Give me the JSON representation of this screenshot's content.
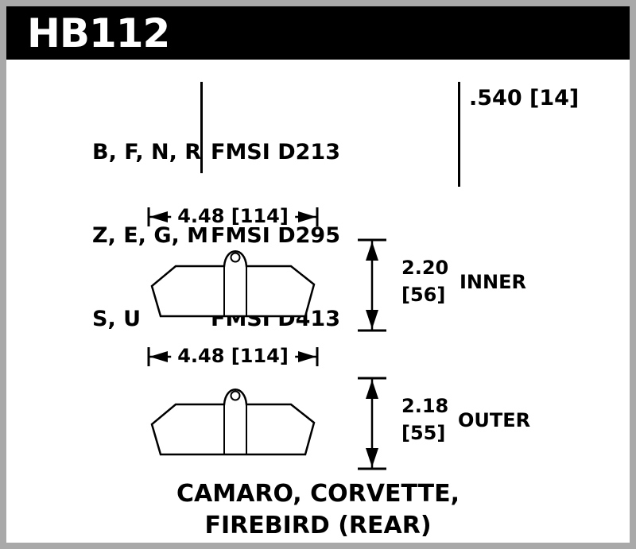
{
  "header": {
    "part_number": "HB112"
  },
  "spec_table": {
    "compound_rows": [
      "B, F, N, R",
      "Z, E, G, M",
      "S, U"
    ],
    "fmsi_rows": [
      "FMSI D213",
      "FMSI D295",
      "FMSI D413"
    ],
    "thickness": ".540 [14]"
  },
  "pads": [
    {
      "width": "4.48 [114]",
      "height_in": "2.20",
      "height_mm": "[56]",
      "position": "INNER"
    },
    {
      "width": "4.48 [114]",
      "height_in": "2.18",
      "height_mm": "[55]",
      "position": "OUTER"
    }
  ],
  "application": {
    "line1": "CAMARO, CORVETTE,",
    "line2": "FIREBIRD (REAR)"
  },
  "colors": {
    "header_bg": "#000000",
    "ink": "#000000",
    "paper": "#ffffff"
  }
}
